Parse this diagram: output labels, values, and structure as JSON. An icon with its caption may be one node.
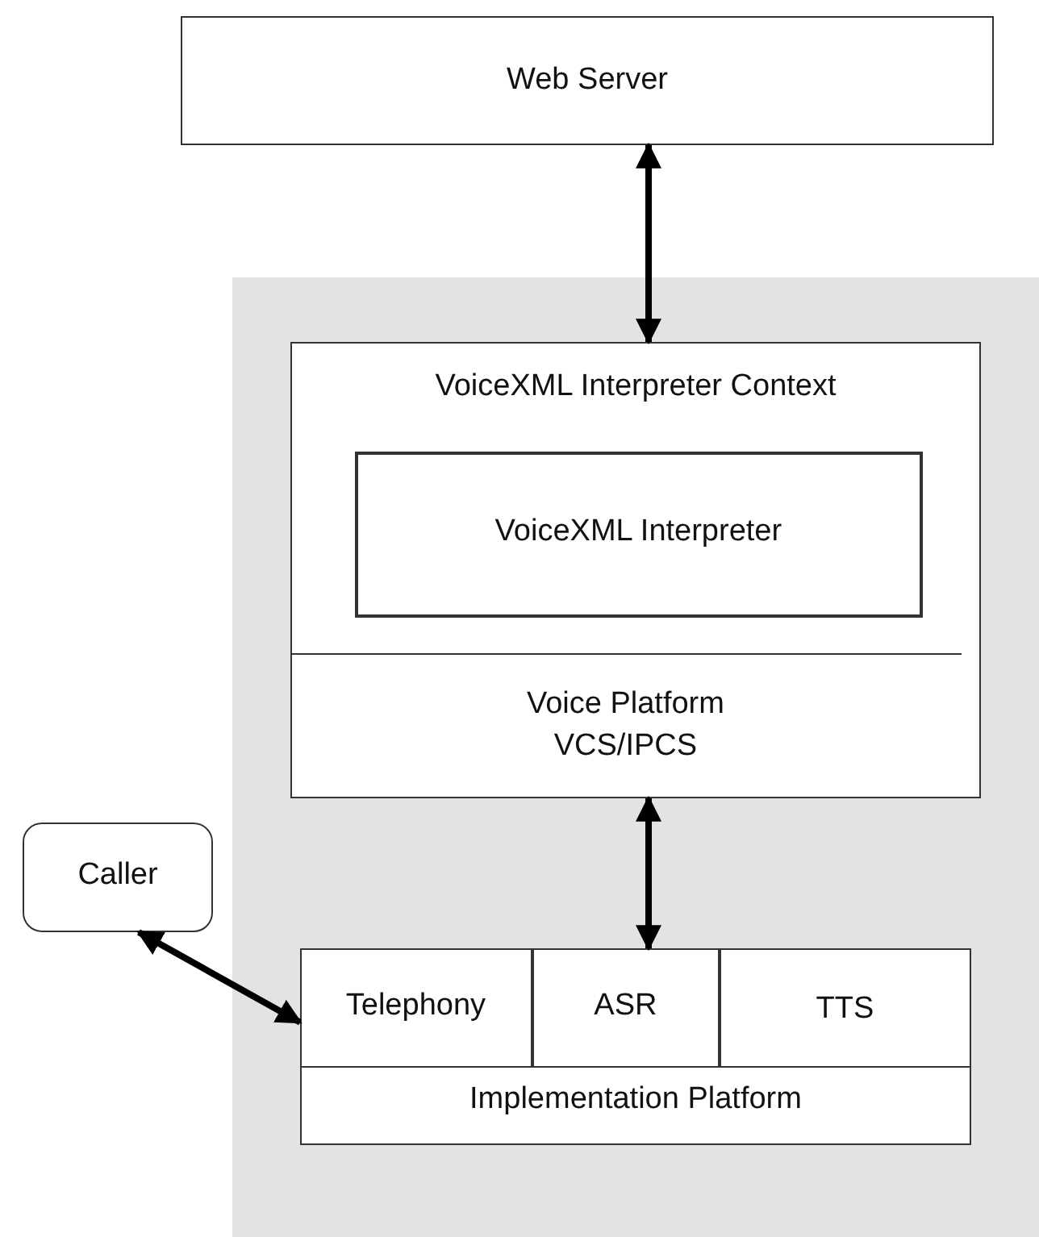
{
  "diagram": {
    "nodes": [
      {
        "text": [
          "Web Server"
        ]
      },
      {
        "text": [
          "VoiceXML Interpreter Context"
        ]
      },
      {
        "text": [
          "VoiceXML Interpreter"
        ],
        "in": 1
      },
      {
        "text": [
          "Voice Platform VCS/IPCS"
        ],
        "in": 1
      },
      {
        "text": [
          "Caller"
        ]
      },
      {
        "text": [
          "Implementation Platform"
        ]
      },
      {
        "text": [
          "Telephony"
        ],
        "in": 5
      },
      {
        "text": [
          "ASR"
        ],
        "in": 5
      },
      {
        "text": [
          "TTS"
        ],
        "in": 5
      }
    ],
    "edges": [
      {
        "from": 0,
        "to": 1,
        "arrow": "both"
      },
      {
        "from": 3,
        "to": 7,
        "arrow": "both"
      },
      {
        "from": 4,
        "to": 6,
        "arrow": "both"
      }
    ]
  }
}
